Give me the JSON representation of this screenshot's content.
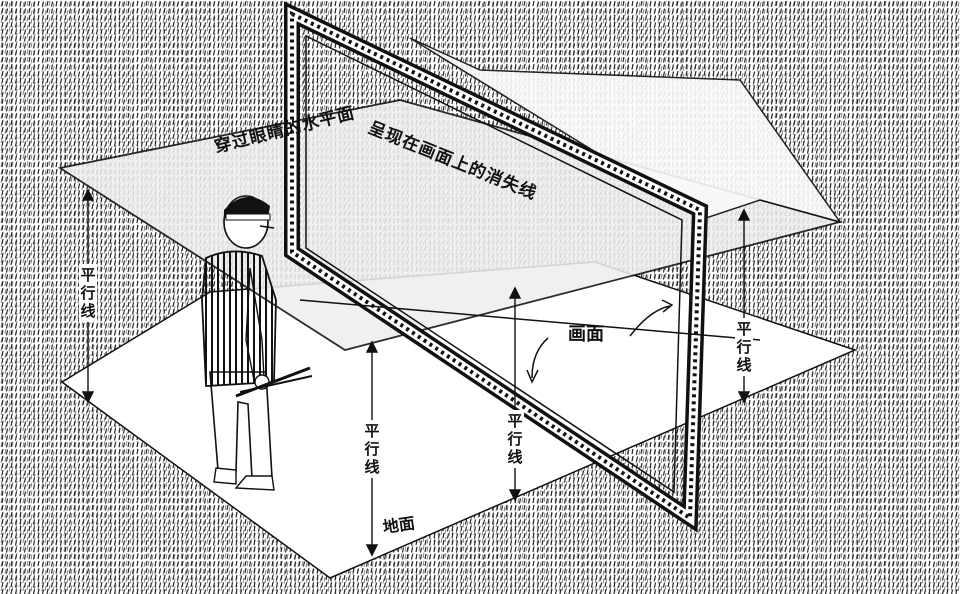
{
  "labels": {
    "horizon_plane_a": "穿过眼睛的水平面",
    "horizon_plane_b": "呈现在画面上的消失线",
    "picture_plane": "画面",
    "parallel_left": "平行线",
    "parallel_center": "平行线",
    "parallel_mid": "平行线",
    "parallel_right": "平行线",
    "ground": "地面"
  },
  "colors": {
    "ink": "#111111",
    "paper": "#ffffff",
    "plane_tint": "#eeeeee"
  }
}
